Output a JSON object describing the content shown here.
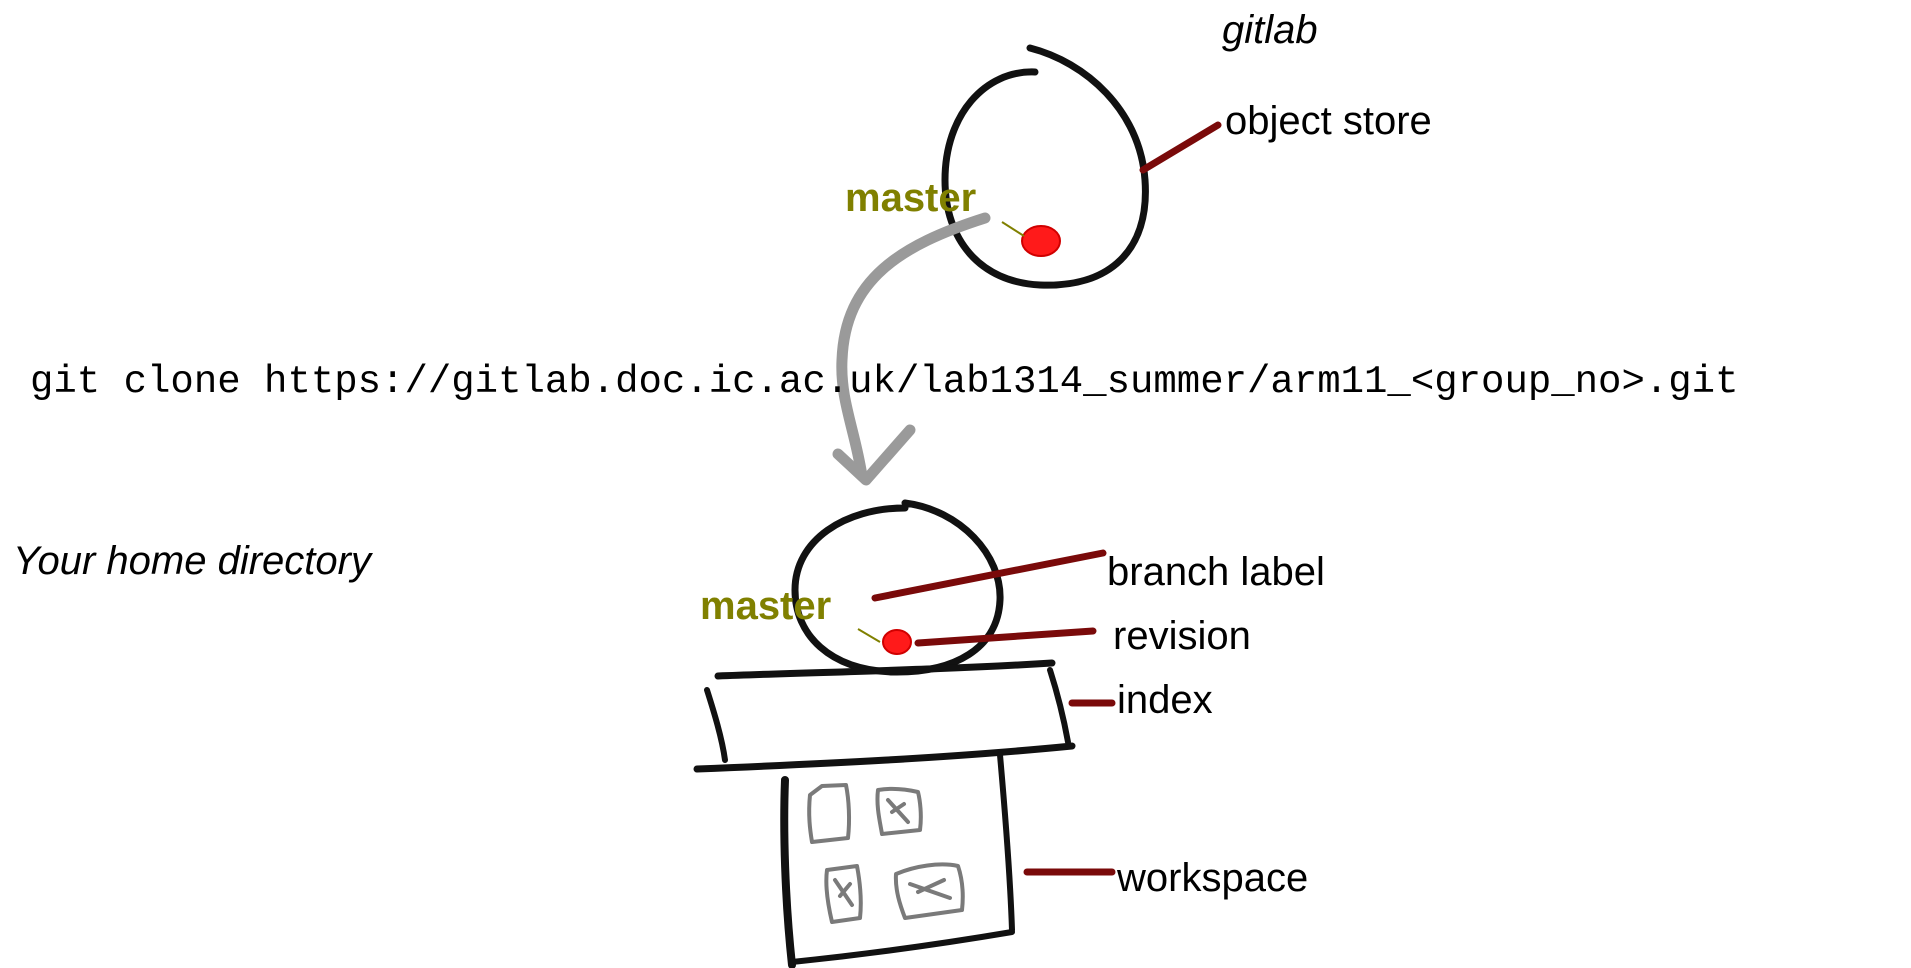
{
  "remote": {
    "title": "gitlab",
    "object_store_label": "object store",
    "branch_label": "master"
  },
  "command": "git clone https://gitlab.doc.ic.ac.uk/lab1314_summer/arm11_<group_no>.git",
  "local": {
    "title": "Your home directory",
    "branch_label": "master",
    "labels": {
      "branch_label": "branch label",
      "revision": "revision",
      "index": "index",
      "workspace": "workspace"
    }
  },
  "colors": {
    "branch_text": "#808000",
    "revision_dot": "#ff1a1a",
    "leader_line": "#7a0a0a",
    "clone_arrow": "#9a9a9a",
    "sketch_stroke": "#111111"
  }
}
